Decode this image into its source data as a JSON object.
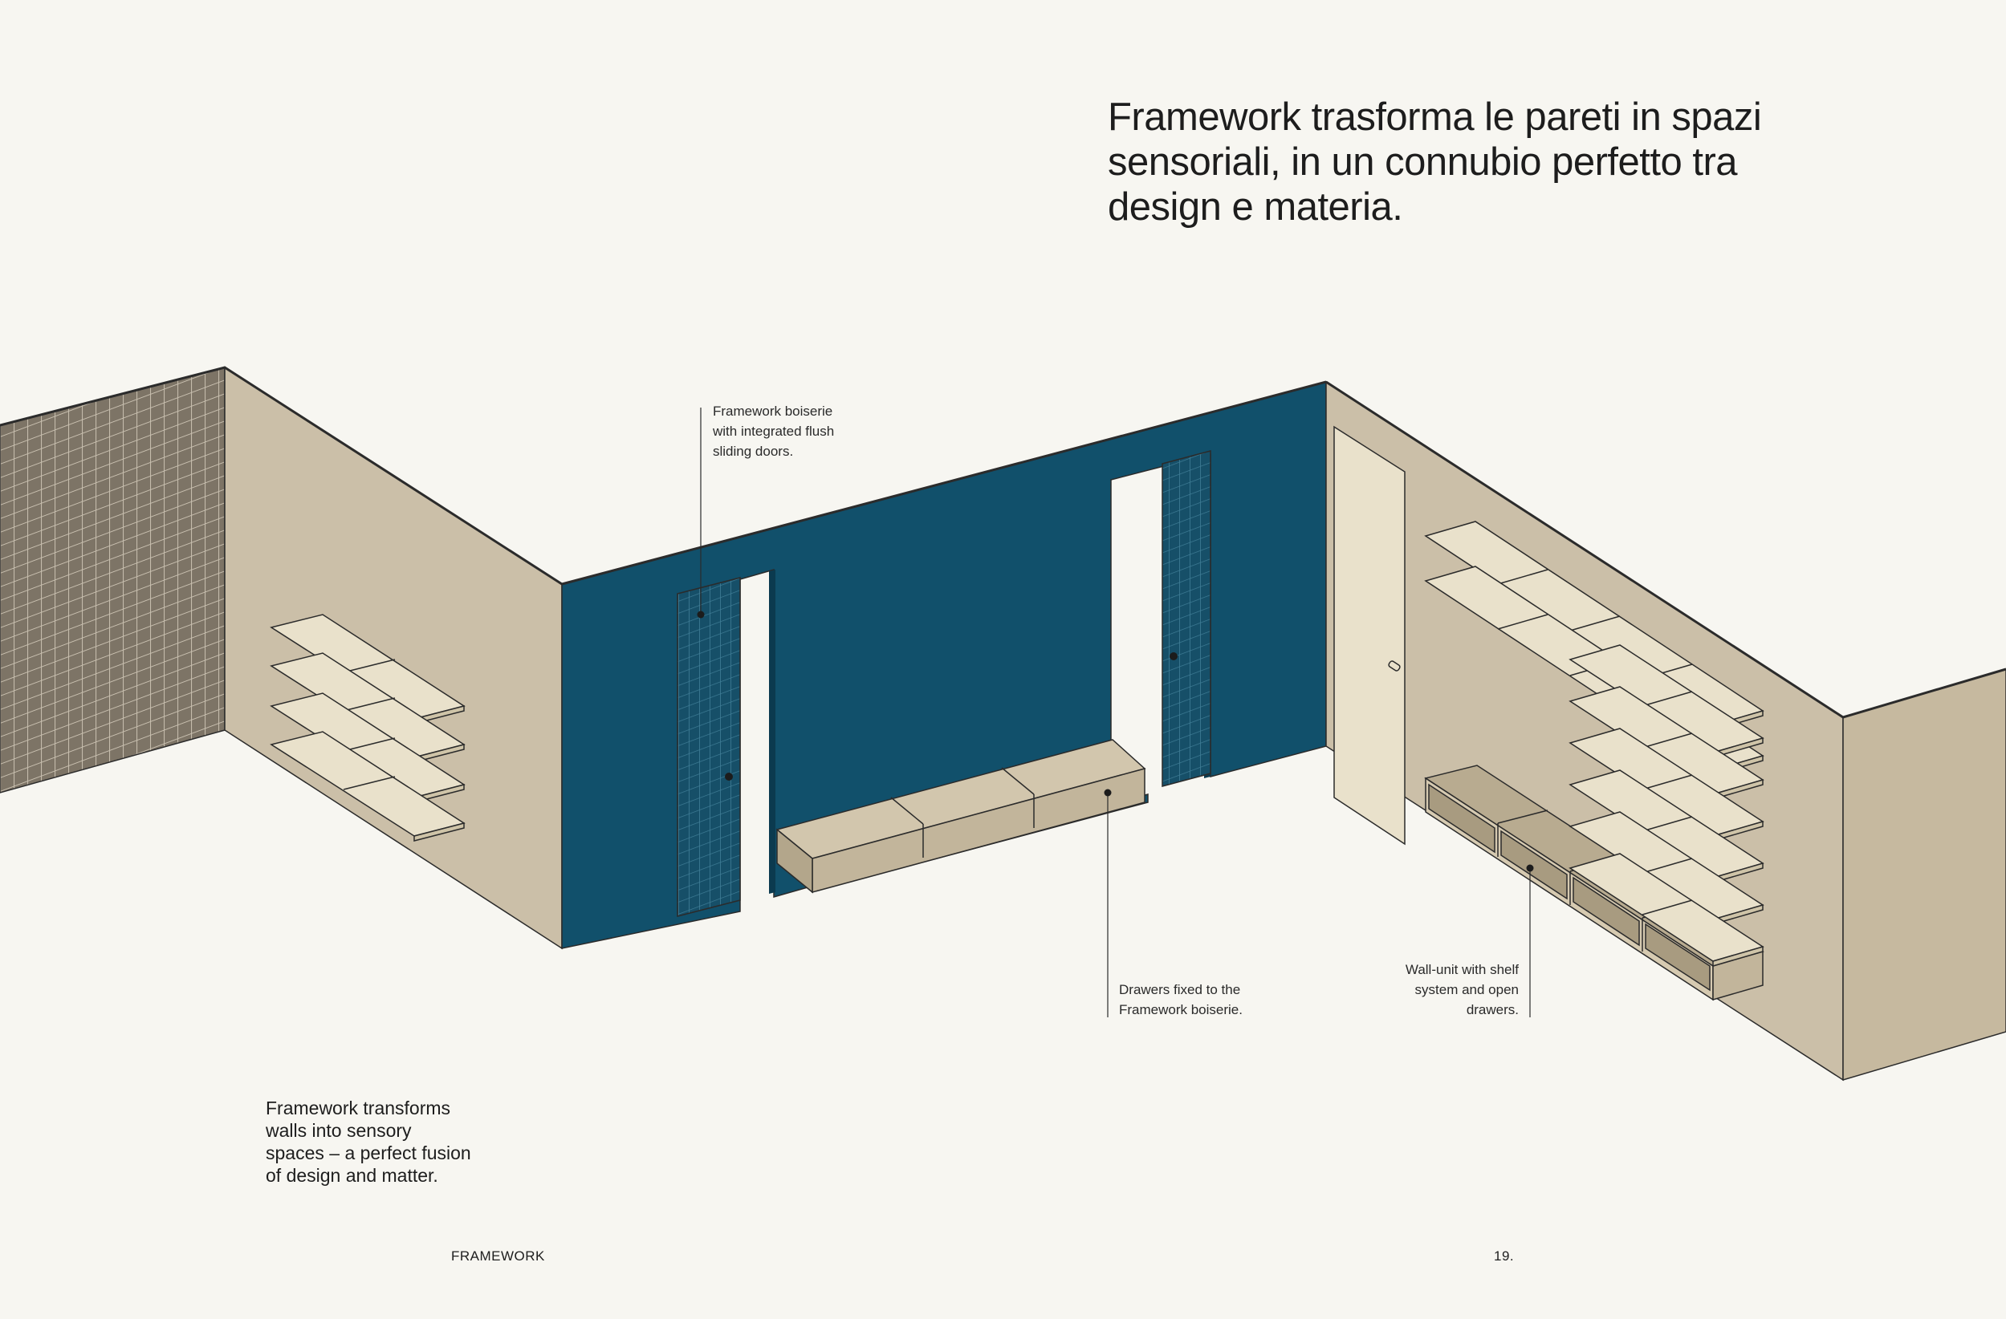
{
  "headline": {
    "lines": [
      "Framework trasforma le pareti in spazi",
      "sensoriali, in un connubio perfetto tra",
      "design e materia."
    ]
  },
  "subtext": {
    "lines": [
      "Framework transforms",
      "walls into sensory",
      "spaces – a perfect fusion",
      "of design and matter."
    ]
  },
  "annotations": {
    "boiserie": {
      "lines": [
        "Framework boiserie",
        "with integrated flush",
        "sliding doors."
      ]
    },
    "drawers": {
      "lines": [
        "Drawers fixed to the",
        "Framework boiserie."
      ]
    },
    "wall_unit": {
      "lines": [
        "Wall-unit with shelf",
        "system and open",
        "drawers."
      ]
    }
  },
  "footer": {
    "brand": "FRAMEWORK",
    "page_number": "19."
  },
  "colors": {
    "background": "#f7f6f1",
    "wall_beige": "#cbbfa8",
    "wall_blue": "#11506b",
    "tile_gray": "#7d7466",
    "shelf_cream": "#e9e1cb",
    "drawer_tan": "#c2b59b",
    "line": "#2b2b2b"
  }
}
